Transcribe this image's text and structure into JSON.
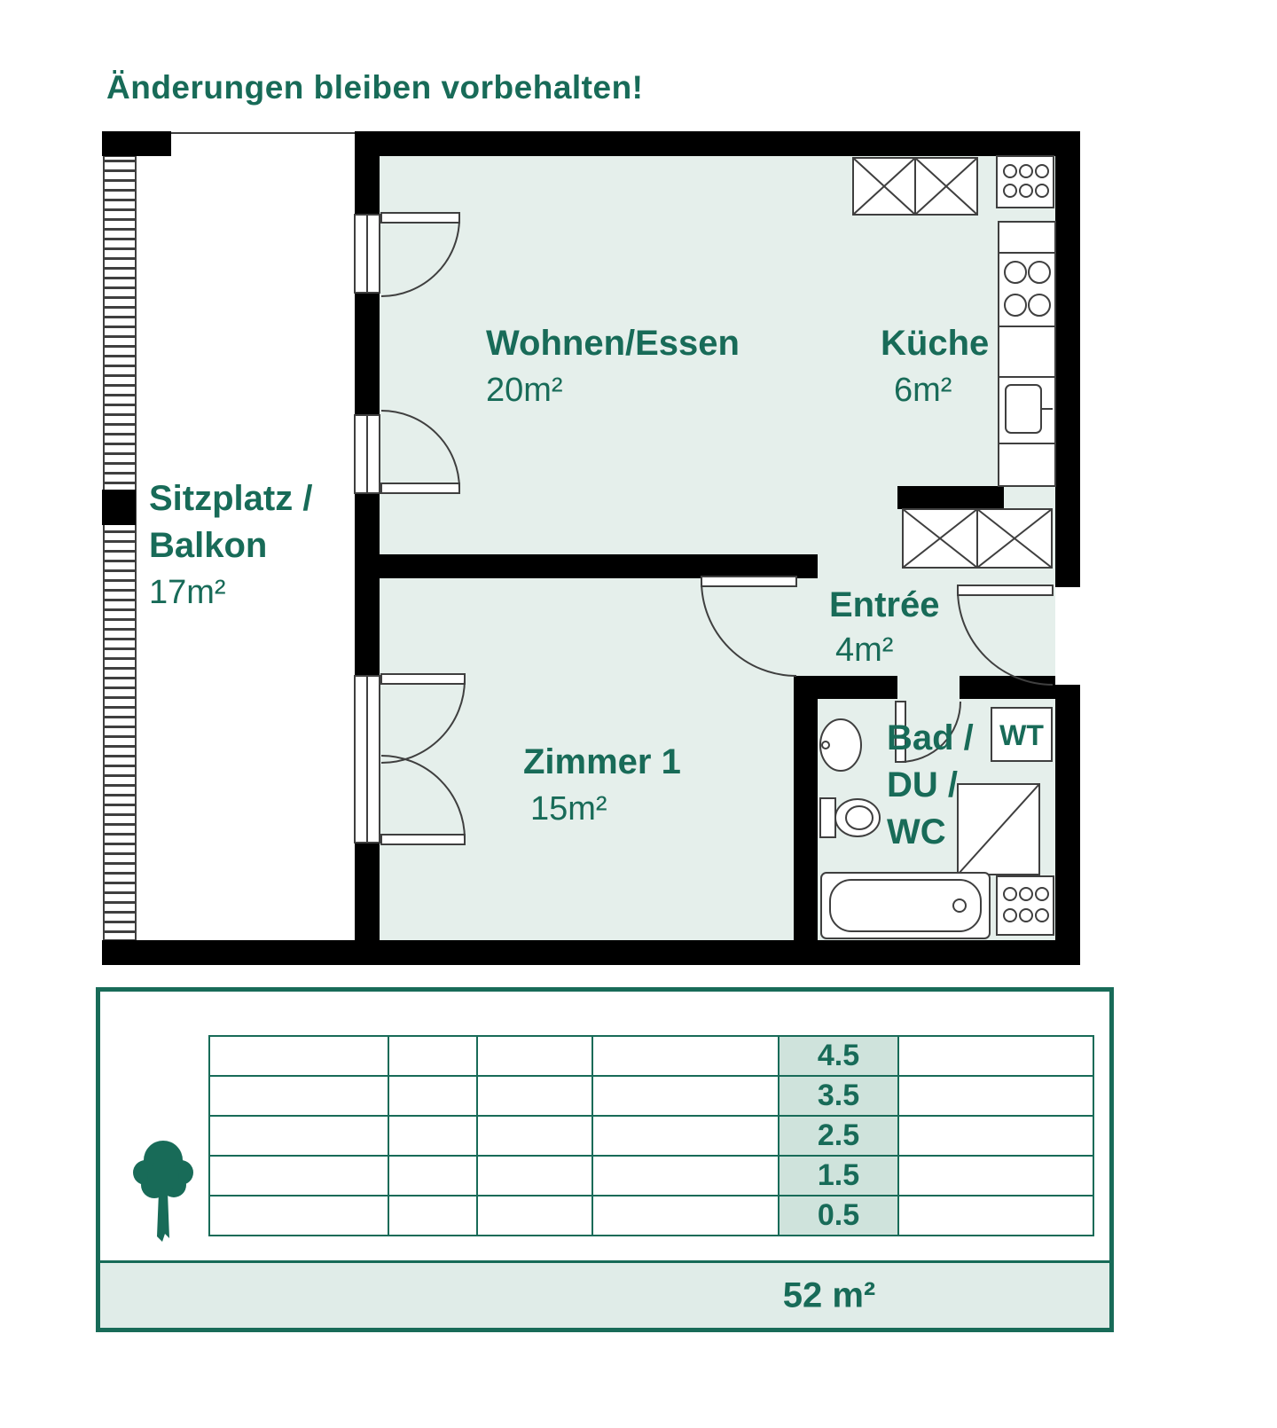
{
  "title": "Änderungen bleiben vorbehalten!",
  "floorplan": {
    "wohnen": {
      "name": "Wohnen/Essen",
      "area": "20m²"
    },
    "kueche": {
      "name": "Küche",
      "area": "6m²"
    },
    "balkon": {
      "name_line1": "Sitzplatz /",
      "name_line2": "Balkon",
      "area": "17m²"
    },
    "entree": {
      "name": "Entrée",
      "area": "4m²"
    },
    "zimmer1": {
      "name": "Zimmer 1",
      "area": "15m²"
    },
    "bad": {
      "name_line1": "Bad /",
      "name_line2": "DU /",
      "name_line3": "WC"
    },
    "wt_label": "WT"
  },
  "summary": {
    "floor_values": [
      "4.5",
      "3.5",
      "2.5",
      "1.5",
      "0.5"
    ],
    "total_area": "52 m²"
  },
  "colors": {
    "accent": "#186B58",
    "room_fill": "#E5EFEB",
    "highlight_fill": "#CFE3DC",
    "band_fill": "#E0ECE8",
    "wall": "#000000"
  }
}
